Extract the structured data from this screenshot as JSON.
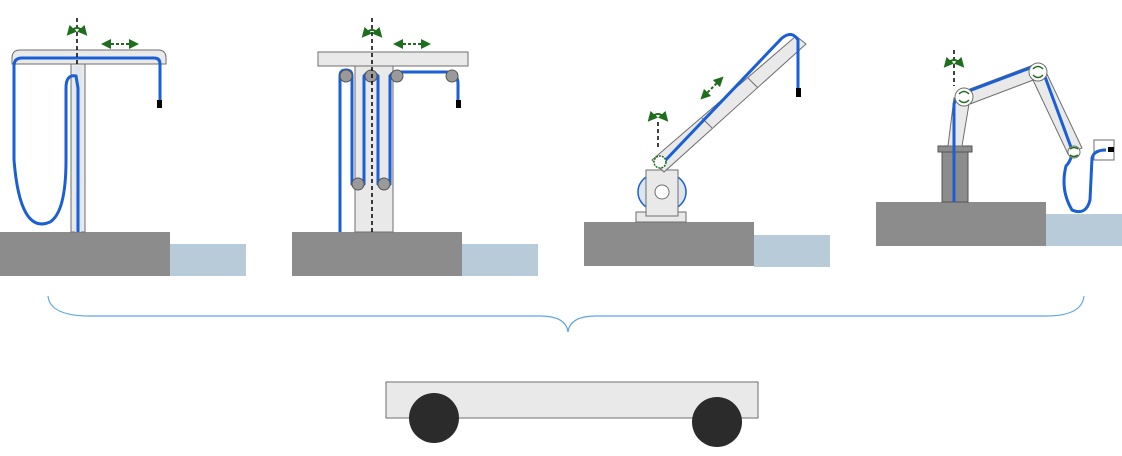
{
  "colors": {
    "background": "#ffffff",
    "ground": "#8c8c8c",
    "water": "#b7cbd9",
    "hose": "#1a5fd6",
    "structure_fill": "#e9e9e9",
    "structure_fill_light": "#dde6ee",
    "outline": "#6e6e6e",
    "pulley": "#9a9a9a",
    "pulley_dark": "#555555",
    "axis_line": "#000000",
    "rotation_arrow": "#1e6e1e",
    "brace": "#5fa8e6",
    "vehicle_body": "#e9e9e9",
    "wheel": "#2b2b2b",
    "hose_end": "#000000"
  },
  "variants": [
    {
      "name": "t-boom-hose-loop",
      "pulleys": 0
    },
    {
      "name": "t-boom-with-pulleys",
      "pulleys": 6
    },
    {
      "name": "telescopic-crane-arm",
      "pulleys": 0
    },
    {
      "name": "articulated-robot-arm",
      "pulleys": 0
    }
  ],
  "brace": {
    "icon": "curly-brace-icon"
  },
  "vehicle": {
    "icon": "vehicle-icon",
    "wheels": 2
  }
}
